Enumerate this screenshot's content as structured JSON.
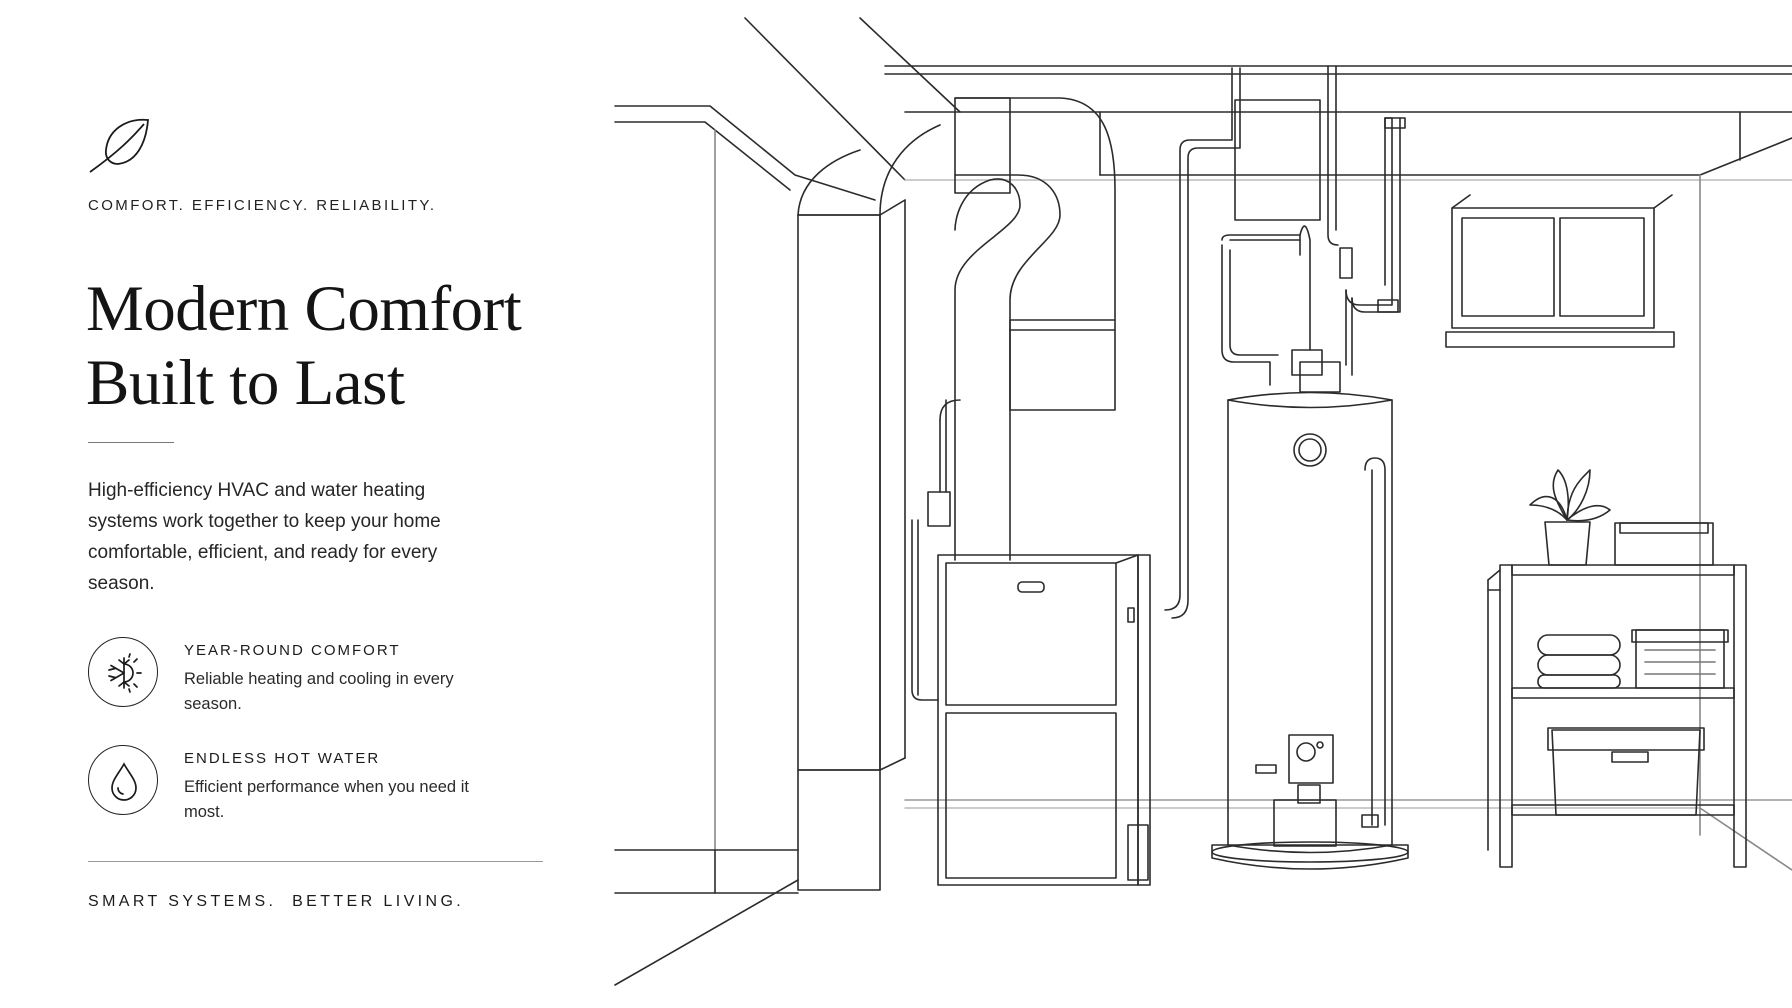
{
  "brand": {
    "icon": "leaf-icon"
  },
  "tagline": "COMFORT. EFFICIENCY. RELIABILITY.",
  "headline": {
    "line1": "Modern Comfort",
    "line2": "Built to Last"
  },
  "intro": "High-efficiency HVAC and water heating systems work together to keep your home comfortable, efficient, and ready for every season.",
  "features": [
    {
      "icon": "snowflake-sun-icon",
      "title": "YEAR-ROUND COMFORT",
      "description": "Reliable heating and cooling in every season."
    },
    {
      "icon": "water-drop-icon",
      "title": "ENDLESS HOT WATER",
      "description": "Efficient performance when you need it most."
    }
  ],
  "footer": "SMART SYSTEMS.  BETTER LIVING.",
  "illustration": {
    "subject": "utility-room-line-drawing",
    "stroke_color": "#2b2b2b"
  }
}
